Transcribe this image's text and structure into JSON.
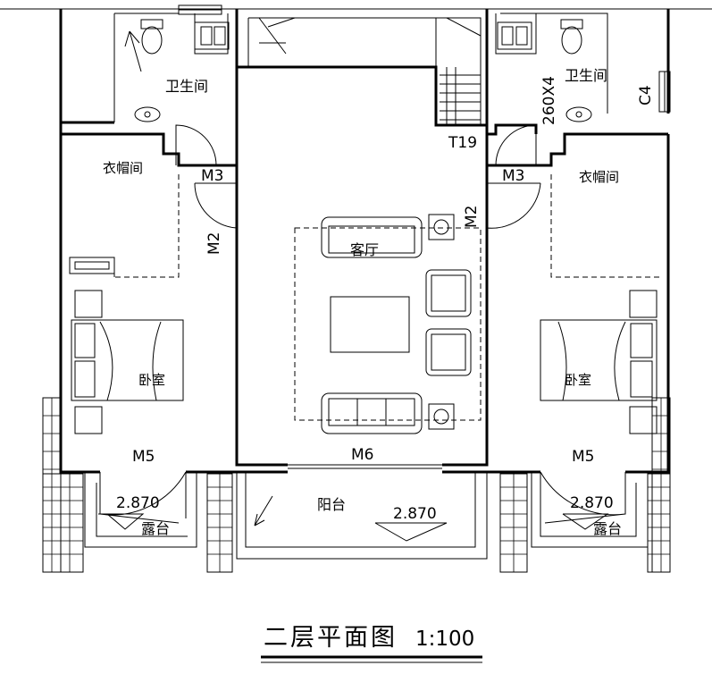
{
  "drawing": {
    "title": "二层平面图",
    "scale": "1:100"
  },
  "rooms": {
    "bath_left": "卫生间",
    "bath_right": "卫生间",
    "closet_left": "衣帽间",
    "closet_right": "衣帽间",
    "living": "客厅",
    "bedroom_left": "卧室",
    "bedroom_right": "卧室",
    "balcony": "阳台",
    "terrace_left": "露台",
    "terrace_right": "露台"
  },
  "tags": {
    "door_m3_left": "M3",
    "door_m3_right": "M3",
    "door_m2_left": "M2",
    "door_m2_right": "M2",
    "door_m5_left": "M5",
    "door_m5_right": "M5",
    "door_m6": "M6",
    "stair": "T19",
    "window_c4": "C4",
    "opening_260": "260X4"
  },
  "levels": {
    "terrace_left": "2.870",
    "terrace_right": "2.870",
    "balcony": "2.870"
  }
}
